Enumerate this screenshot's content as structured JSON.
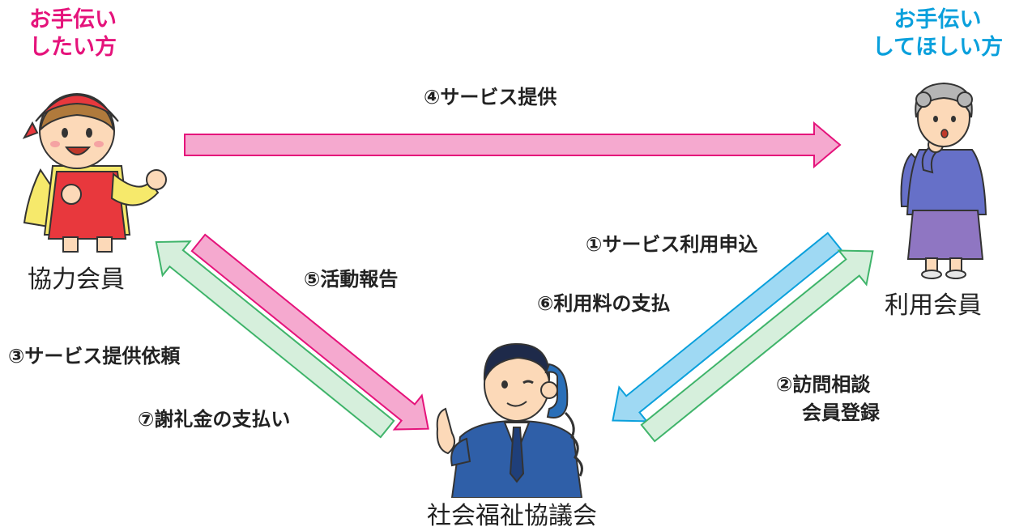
{
  "helper_heading": [
    "お手伝い",
    "したい方"
  ],
  "user_heading": [
    "お手伝い",
    "してほしい方"
  ],
  "roles": {
    "helper": "協力会員",
    "user": "利用会員",
    "council": "社会福祉協議会"
  },
  "steps": {
    "s1": "①サービス利用申込",
    "s2a": "②訪問相談",
    "s2b": "会員登録",
    "s3": "③サービス提供依頼",
    "s4": "④サービス提供",
    "s5": "⑤活動報告",
    "s6": "⑥利用料の支払",
    "s7": "⑦謝礼金の支払い"
  },
  "colors": {
    "pink_arrow": "#f5a9cf",
    "pink_border": "#e5137b",
    "green_arrow": "#d6efdc",
    "green_border": "#3fb46a",
    "blue_arrow": "#9fd9f3",
    "blue_border": "#0aa0dc",
    "helper_heading": "#e5137b",
    "user_heading": "#0aa0dc"
  },
  "icons": {
    "helper": "helper-woman-illustration",
    "user": "elderly-woman-illustration",
    "council": "staff-man-phone-illustration"
  }
}
